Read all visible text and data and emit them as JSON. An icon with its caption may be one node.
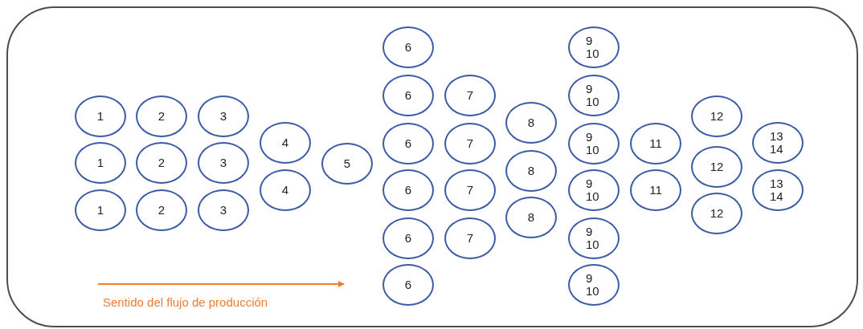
{
  "diagram": {
    "nodes": [
      {
        "text": [],
        "shape": "box"
      },
      {
        "text": [
          "1"
        ],
        "in": 0
      },
      {
        "text": [
          "1"
        ],
        "in": 0
      },
      {
        "text": [
          "1"
        ],
        "in": 0
      },
      {
        "text": [
          "2"
        ],
        "in": 0
      },
      {
        "text": [
          "2"
        ],
        "in": 0
      },
      {
        "text": [
          "2"
        ],
        "in": 0
      },
      {
        "text": [
          "3"
        ],
        "in": 0
      },
      {
        "text": [
          "3"
        ],
        "in": 0
      },
      {
        "text": [
          "3"
        ],
        "in": 0
      },
      {
        "text": [
          "4"
        ],
        "in": 0
      },
      {
        "text": [
          "4"
        ],
        "in": 0
      },
      {
        "text": [
          "5"
        ],
        "in": 0
      },
      {
        "text": [
          "6"
        ],
        "in": 0
      },
      {
        "text": [
          "6"
        ],
        "in": 0
      },
      {
        "text": [
          "6"
        ],
        "in": 0
      },
      {
        "text": [
          "6"
        ],
        "in": 0
      },
      {
        "text": [
          "6"
        ],
        "in": 0
      },
      {
        "text": [
          "6"
        ],
        "in": 0
      },
      {
        "text": [
          "7"
        ],
        "in": 0
      },
      {
        "text": [
          "7"
        ],
        "in": 0
      },
      {
        "text": [
          "7"
        ],
        "in": 0
      },
      {
        "text": [
          "7"
        ],
        "in": 0
      },
      {
        "text": [
          "8"
        ],
        "in": 0
      },
      {
        "text": [
          "8"
        ],
        "in": 0
      },
      {
        "text": [
          "8"
        ],
        "in": 0
      },
      {
        "text": [
          "9",
          "10"
        ],
        "in": 0
      },
      {
        "text": [
          "9",
          "10"
        ],
        "in": 0
      },
      {
        "text": [
          "9",
          "10"
        ],
        "in": 0
      },
      {
        "text": [
          "9",
          "10"
        ],
        "in": 0
      },
      {
        "text": [
          "9",
          "10"
        ],
        "in": 0
      },
      {
        "text": [
          "9",
          "10"
        ],
        "in": 0
      },
      {
        "text": [
          "11"
        ],
        "in": 0
      },
      {
        "text": [
          "11"
        ],
        "in": 0
      },
      {
        "text": [
          "12"
        ],
        "in": 0
      },
      {
        "text": [
          "12"
        ],
        "in": 0
      },
      {
        "text": [
          "12"
        ],
        "in": 0
      },
      {
        "text": [
          "13",
          "14"
        ],
        "in": 0
      },
      {
        "text": [
          "13",
          "14"
        ],
        "in": 0
      }
    ],
    "labels": [
      "Sentido del flujo de producción"
    ]
  }
}
